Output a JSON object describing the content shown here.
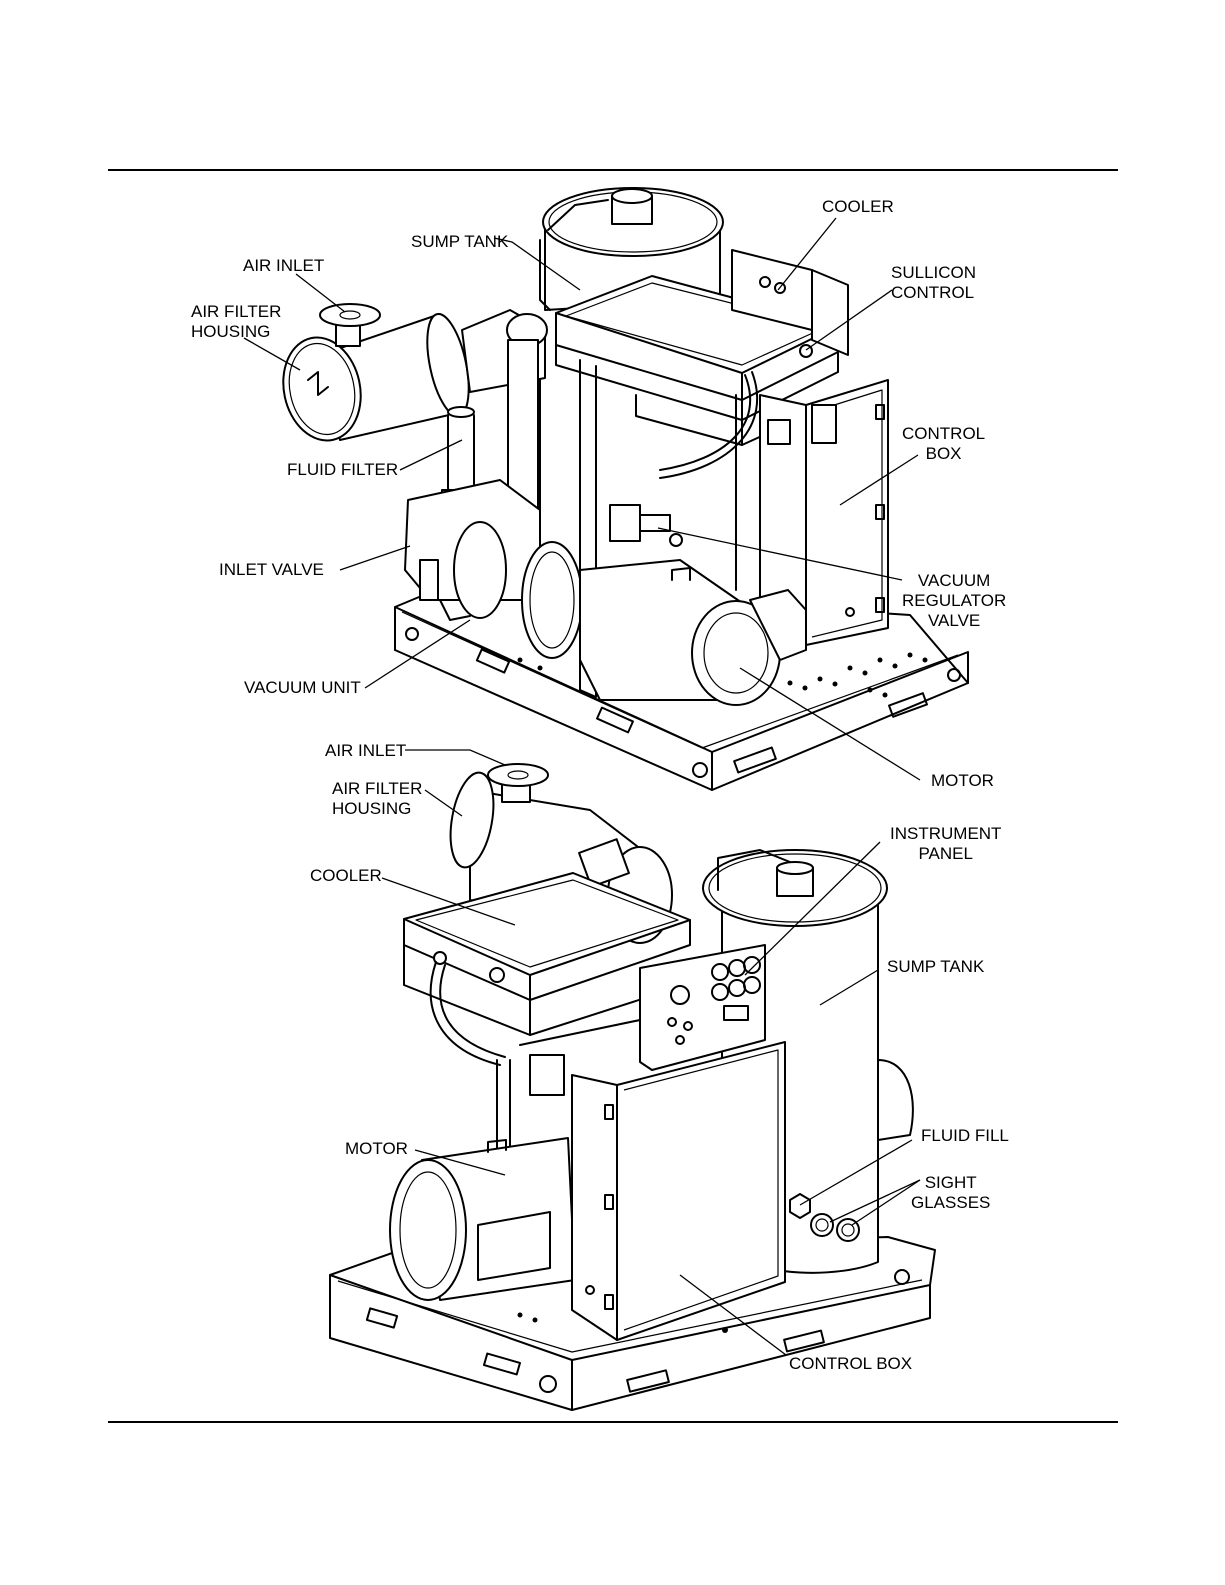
{
  "figure": {
    "top_view": {
      "labels": {
        "sump_tank": "SUMP TANK",
        "cooler": "COOLER",
        "air_inlet": "AIR INLET",
        "air_filter_housing": [
          "AIR FILTER",
          "HOUSING"
        ],
        "sullicon_control": [
          "SULLICON",
          "CONTROL"
        ],
        "control_box": [
          "CONTROL",
          "BOX"
        ],
        "fluid_filter": "FLUID FILTER",
        "inlet_valve": "INLET VALVE",
        "vacuum_regulator_valve": [
          "VACUUM",
          "REGULATOR",
          "VALVE"
        ],
        "vacuum_unit": "VACUUM UNIT",
        "motor": "MOTOR"
      }
    },
    "bottom_view": {
      "labels": {
        "air_inlet": "AIR INLET",
        "air_filter_housing": [
          "AIR FILTER",
          "HOUSING"
        ],
        "instrument_panel": [
          "INSTRUMENT",
          "PANEL"
        ],
        "cooler": "COOLER",
        "sump_tank": "SUMP TANK",
        "motor": "MOTOR",
        "fluid_fill": "FLUID FILL",
        "sight_glasses": [
          "SIGHT",
          "GLASSES"
        ],
        "control_box": "CONTROL BOX"
      }
    }
  }
}
